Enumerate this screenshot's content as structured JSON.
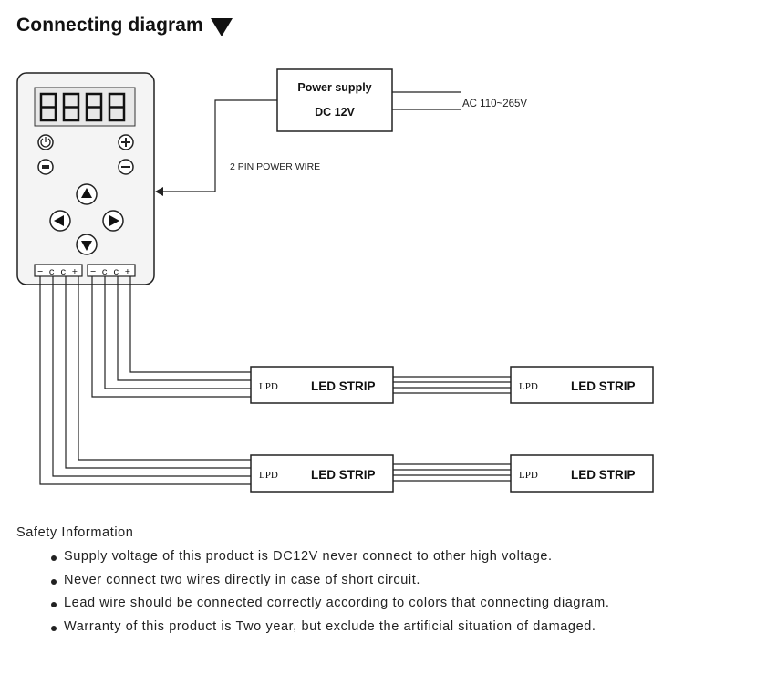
{
  "header": {
    "title": "Connecting diagram"
  },
  "power_supply": {
    "line1": "Power supply",
    "line2": "DC 12V",
    "input": "AC 110~265V"
  },
  "wire_label": "2 PIN POWER WIRE",
  "controller": {
    "display": "8888",
    "terminal_a": "−  c  c  +",
    "terminal_b": "−  c  c  +"
  },
  "strips": {
    "row1": [
      {
        "lpd": "LPD",
        "label": "LED STRIP"
      },
      {
        "lpd": "LPD",
        "label": "LED STRIP"
      }
    ],
    "row2": [
      {
        "lpd": "LPD",
        "label": "LED STRIP"
      },
      {
        "lpd": "LPD",
        "label": "LED STRIP"
      }
    ]
  },
  "safety": {
    "heading": "Safety Information",
    "items": [
      "Supply voltage of this product is DC12V never connect to other high voltage.",
      "Never connect two wires directly in case of short circuit.",
      "Lead wire should be connected correctly according to colors that connecting diagram.",
      "Warranty of this product is Two year, but exclude the artificial situation of damaged."
    ]
  }
}
